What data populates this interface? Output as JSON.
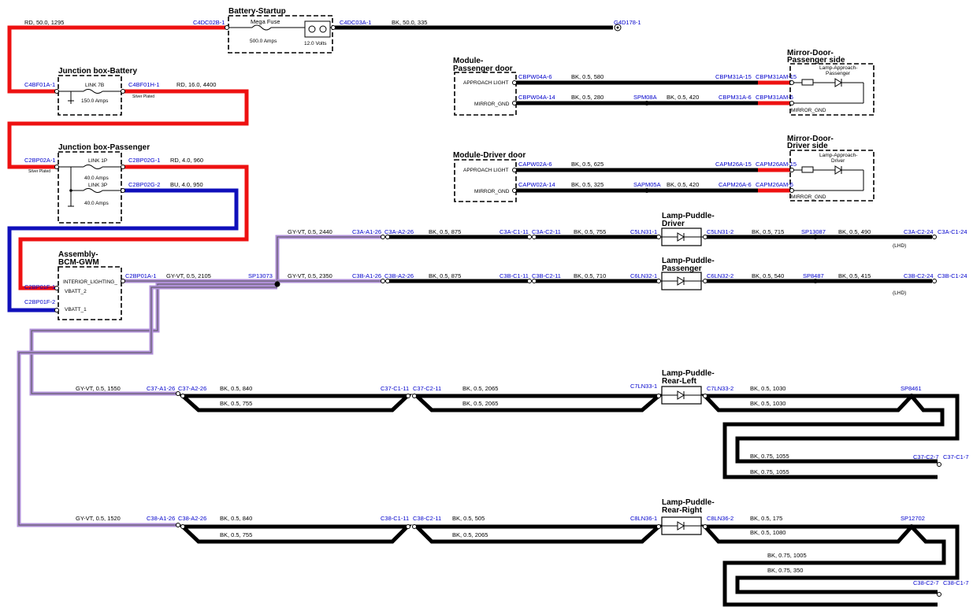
{
  "components": {
    "battery_startup": {
      "title": "Battery-Startup",
      "fuse_label": "Mega Fuse",
      "fuse_rating": "500.0 Amps",
      "voltage": "12.0 Volts"
    },
    "jb_battery": {
      "title": "Junction box-Battery",
      "link": "LINK 7B",
      "rating": "150.0 Amps",
      "plated": "Silver Plated"
    },
    "jb_passenger": {
      "title": "Junction box-Passenger",
      "link1": "LINK 1P",
      "rating1": "40.0 Amps",
      "link2": "LINK 3P",
      "rating2": "40.0 Amps",
      "plated": "Silver Plated"
    },
    "bcm": {
      "title1": "Assembly-",
      "title2": "BCM-GWM",
      "pin1": "INTERIOR_LIGHTING_",
      "pin2": "VBATT_2",
      "pin3": "VBATT_1"
    },
    "module_pass": {
      "title1": "Module-",
      "title2": "Passenger door",
      "pin1": "APPROACH LIGHT",
      "pin2": "MIRROR_GND"
    },
    "module_drv": {
      "title": "Module-Driver door",
      "pin1": "APPROACH LIGHT",
      "pin2": "MIRROR_GND"
    },
    "mirror_pass": {
      "title1": "Mirror-Door-",
      "title2": "Passenger side",
      "lamp1": "Lamp-Approach-",
      "lamp2": "Passenger",
      "gnd": "MIRROR_GND"
    },
    "mirror_drv": {
      "title1": "Mirror-Door-",
      "title2": "Driver side",
      "lamp1": "Lamp-Approach-",
      "lamp2": "Driver",
      "gnd": "MIRROR_GND"
    },
    "lp_driver": {
      "title1": "Lamp-Puddle-",
      "title2": "Driver"
    },
    "lp_passenger": {
      "title1": "Lamp-Puddle-",
      "title2": "Passenger"
    },
    "lp_rearleft": {
      "title1": "Lamp-Puddle-",
      "title2": "Rear-Left"
    },
    "lp_rearright": {
      "title1": "Lamp-Puddle-",
      "title2": "Rear-Right"
    }
  },
  "connectors": {
    "c4dc02b1": "C4DC02B-1",
    "c4dc03a1": "C4DC03A-1",
    "g4d1781": "G4D178-1",
    "c4bf01a1": "C4BF01A-1",
    "c4bf01h1": "C4BF01H-1",
    "c2bp02a1": "C2BP02A-1",
    "c2bp02g1": "C2BP02G-1",
    "c2bp02g2": "C2BP02G-2",
    "c2bp01f1": "C2BP01F-1",
    "c2bp01f2": "C2BP01F-2",
    "c2bp01a1": "C2BP01A-1",
    "sp13073": "SP13073",
    "cbpw04a6": "CBPW04A-6",
    "cbpw04a14": "CBPW04A-14",
    "spm08a": "SPM08A",
    "cbpm31a15": "CBPM31A-15",
    "cbpm31am15": "CBPM31AM-15",
    "cbpm31a6": "CBPM31A-6",
    "cbpm31am6": "CBPM31AM-6",
    "capw02a6": "CAPW02A-6",
    "capw02a14": "CAPW02A-14",
    "spm05a": "SAPM05A",
    "capm26a15": "CAPM26A-15",
    "capm26am15": "CAPM26AM-15",
    "capm26a6": "CAPM26A-6",
    "capm26am6": "CAPM26AM-6",
    "c3aa126": "C3A-A1-26",
    "c3aa226": "C3A-A2-26",
    "c3ac111": "C3A-C1-11",
    "c3ac211": "C3A-C2-11",
    "c5ln311": "C5LN31-1",
    "c5ln312": "C5LN31-2",
    "sp13087": "SP13087",
    "c3ac224": "C3A-C2-24",
    "c3ac124": "C3A-C1-24",
    "c3ba126": "C3B-A1-26",
    "c3ba226": "C3B-A2-26",
    "c3bc111": "C3B-C1-11",
    "c3bc211": "C3B-C2-11",
    "c6ln321": "C6LN32-1",
    "c6ln322": "C6LN32-2",
    "sp8487": "SP8487",
    "c3bc224": "C3B-C2-24",
    "c3bc124": "C3B-C1-24",
    "c37a126": "C37-A1-26",
    "c37a226": "C37-A2-26",
    "c37c111": "C37-C1-11",
    "c37c211": "C37-C2-11",
    "c7ln331": "C7LN33-1",
    "c7ln332": "C7LN33-2",
    "sp8461": "SP8461",
    "c37c27": "C37-C2-7",
    "c37c17": "C37-C1-7",
    "c38a126": "C38-A1-26",
    "c38a226": "C38-A2-26",
    "c38c111": "C38-C1-11",
    "c38c211": "C38-C2-11",
    "c8ln361": "C8LN36-1",
    "c8ln362": "C8LN36-2",
    "sp12702": "SP12702",
    "c38c27": "C38-C2-7",
    "c38c17": "C38-C1-7",
    "lhd": "(LHD)"
  },
  "wires": {
    "w_rd_1295": "RD, 50.0, 1295",
    "w_bk_335": "BK, 50.0, 335",
    "w_rd_4400": "RD, 16.0, 4400",
    "w_rd_960": "RD, 4.0, 960",
    "w_bu_950": "BU, 4.0, 950",
    "w_gy_2105": "GY-VT, 0.5, 2105",
    "w_gy_2440": "GY-VT, 0.5, 2440",
    "w_gy_2350": "GY-VT, 0.5, 2350",
    "w_gy_1550": "GY-VT, 0.5, 1550",
    "w_gy_1520": "GY-VT, 0.5, 1520",
    "p580": "BK, 0.5, 580",
    "p280": "BK, 0.5, 280",
    "p420": "BK, 0.5, 420",
    "d625": "BK, 0.5, 625",
    "d325": "BK, 0.5, 325",
    "d420": "BK, 0.5, 420",
    "a875": "BK, 0.5, 875",
    "a755": "BK, 0.5, 755",
    "a715": "BK, 0.5, 715",
    "a490": "BK, 0.5, 490",
    "b875": "BK, 0.5, 875",
    "b710": "BK, 0.5, 710",
    "b540": "BK, 0.5, 540",
    "b415": "BK, 0.5, 415",
    "r840": "BK, 0.5, 840",
    "r755": "BK, 0.5, 755",
    "r2065a": "BK, 0.5, 2065",
    "r2065b": "BK, 0.5, 2065",
    "r1030a": "BK, 0.5, 1030",
    "r1030b": "BK, 0.5, 1030",
    "r1055a": "BK, 0.75, 1055",
    "r1055b": "BK, 0.75, 1055",
    "s840": "BK, 0.5, 840",
    "s755": "BK, 0.5, 755",
    "s505": "BK, 0.5, 505",
    "s2065": "BK, 0.5, 2065",
    "s175": "BK, 0.5, 175",
    "s1080": "BK, 0.5, 1080",
    "s1005": "BK, 0.75, 1005",
    "s350": "BK, 0.75, 350"
  }
}
